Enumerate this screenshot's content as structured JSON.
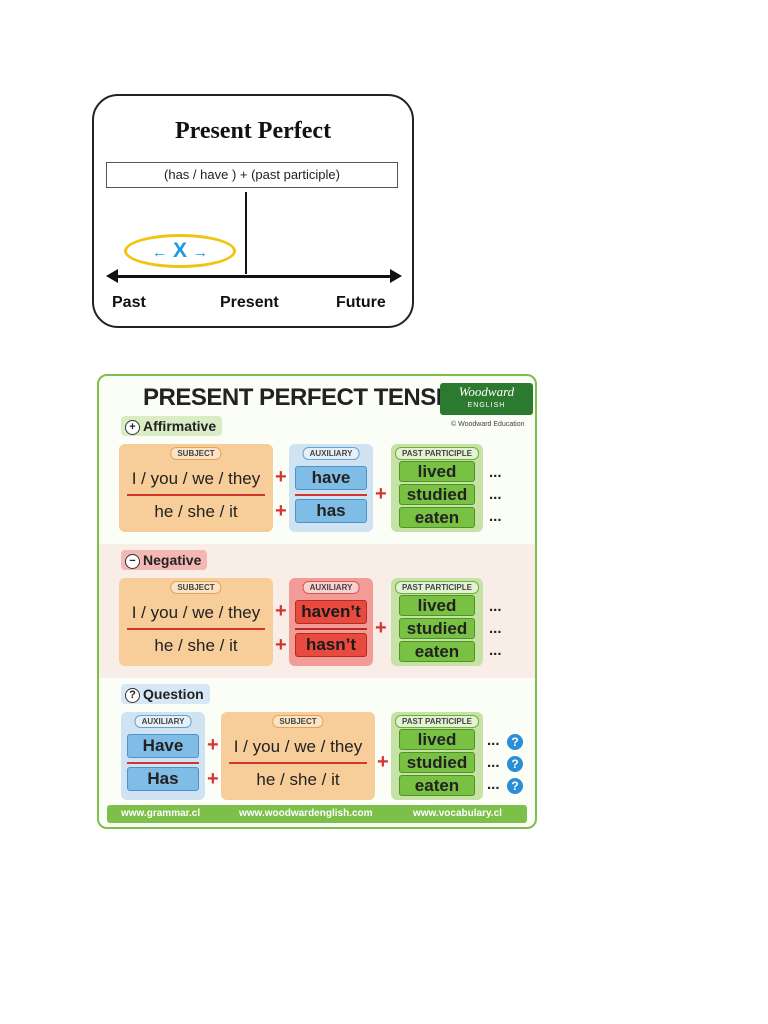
{
  "timeline": {
    "title": "Present Perfect",
    "formula": "(has / have ) + (past participle)",
    "event_marker": "X",
    "labels": {
      "past": "Past",
      "present": "Present",
      "future": "Future"
    }
  },
  "chart": {
    "title": "PRESENT PERFECT TENSE",
    "logo": {
      "line1": "Woodward",
      "line2": "ENGLISH"
    },
    "copyright": "© Woodward Education",
    "affirmative": {
      "label": "Affirmative",
      "symbol": "+",
      "subject_header": "SUBJECT",
      "auxiliary_header": "AUXILIARY",
      "participle_header": "PAST PARTICIPLE",
      "subjects": [
        "I / you / we / they",
        "he / she / it"
      ],
      "auxiliaries": [
        "have",
        "has"
      ],
      "participles": [
        "lived",
        "studied",
        "eaten"
      ]
    },
    "negative": {
      "label": "Negative",
      "symbol": "−",
      "subject_header": "SUBJECT",
      "auxiliary_header": "AUXILIARY",
      "participle_header": "PAST PARTICIPLE",
      "subjects": [
        "I / you / we / they",
        "he / she / it"
      ],
      "auxiliaries": [
        "haven’t",
        "hasn’t"
      ],
      "participles": [
        "lived",
        "studied",
        "eaten"
      ]
    },
    "question": {
      "label": "Question",
      "symbol": "?",
      "auxiliary_header": "AUXILIARY",
      "subject_header": "SUBJECT",
      "participle_header": "PAST PARTICIPLE",
      "auxiliaries": [
        "Have",
        "Has"
      ],
      "subjects": [
        "I / you / we / they",
        "he / she / it"
      ],
      "participles": [
        "lived",
        "studied",
        "eaten"
      ]
    },
    "plus_sign": "+",
    "ellipsis": "...",
    "question_mark": "?",
    "footer": [
      "www.grammar.cl",
      "www.woodwardenglish.com",
      "www.vocabulary.cl"
    ]
  }
}
